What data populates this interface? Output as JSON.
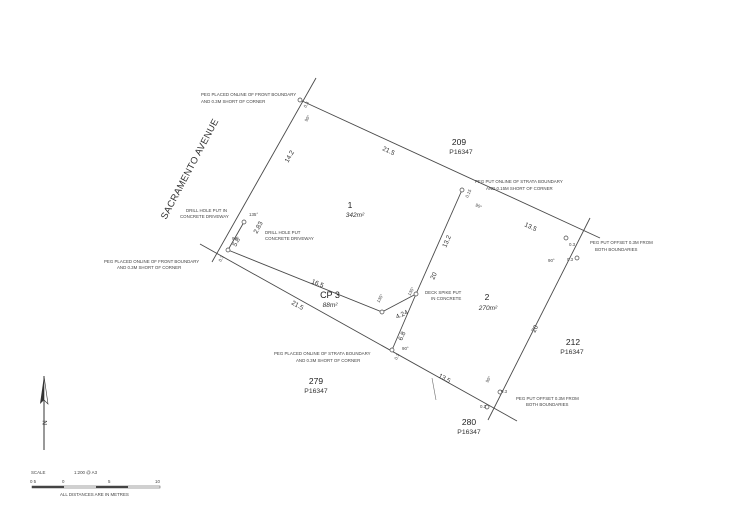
{
  "street_name": "SACRAMENTO AVENUE",
  "lots": [
    {
      "id": "lot-1",
      "number": "1",
      "area": "342m²"
    },
    {
      "id": "lot-2",
      "number": "2",
      "area": "270m²"
    },
    {
      "id": "cp-3",
      "number": "CP 3",
      "area": "88m²"
    }
  ],
  "neighbours": [
    {
      "id": "209",
      "lot": "209",
      "plan": "P16347"
    },
    {
      "id": "212",
      "lot": "212",
      "plan": "P16347"
    },
    {
      "id": "279",
      "lot": "279",
      "plan": "P16347"
    },
    {
      "id": "280",
      "lot": "280",
      "plan": "P16347"
    }
  ],
  "dimensions": {
    "top_front": "14.2",
    "top_boundary": "21.5",
    "right_top": "13.5",
    "rear": "20",
    "bottom_right": "13.5",
    "bottom_left": "21.5",
    "driveway": "16.5",
    "divider_upper": "13.2",
    "divider_lower": "20",
    "diagonal": "4.24",
    "front_short": "5.8",
    "front_angle_side": "2.83",
    "bottom_short": "6.8"
  },
  "angles": {
    "top_left": "90°",
    "front_left": "90°",
    "front_135": "135°",
    "mid_135": "135°",
    "spike_135": "135°",
    "divider_90": "90°",
    "right_corner": "90°",
    "bottom_90": "90°",
    "bottom_right": "90°"
  },
  "offsets": {
    "top_peg": "0.3",
    "divider_peg": "0.15",
    "right_peg1": "0.3",
    "right_peg2": "0.3",
    "front_peg": "0.3",
    "bottom_peg": "0.3",
    "corner_peg1": "0.3",
    "corner_peg2": "0.3"
  },
  "notes": {
    "peg_front_top": [
      "PEG PLACED ONLINE OF FRONT BOUNDARY",
      "AND 0.3M SHORT OF CORNER"
    ],
    "peg_strata_top": [
      "PEG PUT ONLINE OF STRATA BOUNDARY",
      "AND 0.15M SHORT OF CORNER"
    ],
    "peg_offset_right": [
      "PEG PUT OFFSET 0.3M FROM",
      "BOTH BOUNDARIES"
    ],
    "drill_hole_1": [
      "DRILL HOLE PUT IN",
      "CONCRETE DRIVEWAY"
    ],
    "drill_hole_2": [
      "DRILL HOLE PUT",
      "CONCRETE DRIVEWAY"
    ],
    "peg_front_left": [
      "PEG PLACED ONLINE OF FRONT BOUNDARY",
      "AND 0.3M SHORT OF CORNER"
    ],
    "deck_spike": [
      "DECK SPIKE PUT",
      "IN CONCRETE"
    ],
    "peg_strata_bottom": [
      "PEG PLACED ONLINE OF STRATA BOUNDARY",
      "AND 0.3M SHORT OF CORNER"
    ],
    "peg_offset_bottom": [
      "PEG PUT OFFSET 0.3M FROM",
      "BOTH BOUNDARIES"
    ]
  },
  "north_arrow": {
    "label": "N"
  },
  "scale": {
    "label": "SCALE",
    "ratio": "1:200 @ A3",
    "ticks": [
      "0 5",
      "0",
      "5",
      "10"
    ],
    "note": "ALL DISTANCES ARE IN METRES"
  }
}
